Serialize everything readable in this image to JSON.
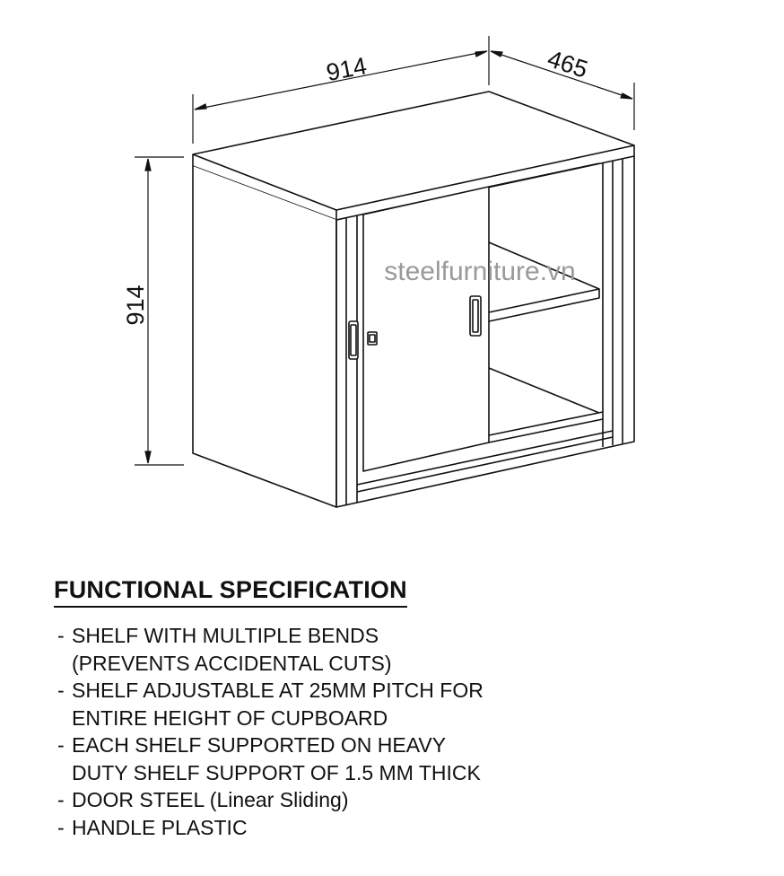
{
  "drawing": {
    "dimensions": {
      "width": "914",
      "depth": "465",
      "height": "914"
    },
    "watermark": "steelfurniture.vn"
  },
  "spec": {
    "title": "FUNCTIONAL SPECIFICATION",
    "items": [
      {
        "dash": "-",
        "lines": [
          "SHELF WITH MULTIPLE BENDS",
          "(PREVENTS ACCIDENTAL CUTS)"
        ]
      },
      {
        "dash": "-",
        "lines": [
          "SHELF ADJUSTABLE AT 25MM PITCH FOR",
          "ENTIRE HEIGHT OF CUPBOARD"
        ]
      },
      {
        "dash": "-",
        "lines": [
          "EACH SHELF SUPPORTED ON HEAVY",
          "DUTY SHELF SUPPORT OF 1.5 MM THICK"
        ]
      },
      {
        "dash": "-",
        "lines": [
          "DOOR STEEL (Linear Sliding)"
        ]
      },
      {
        "dash": "-",
        "lines": [
          "HANDLE PLASTIC"
        ]
      }
    ]
  }
}
